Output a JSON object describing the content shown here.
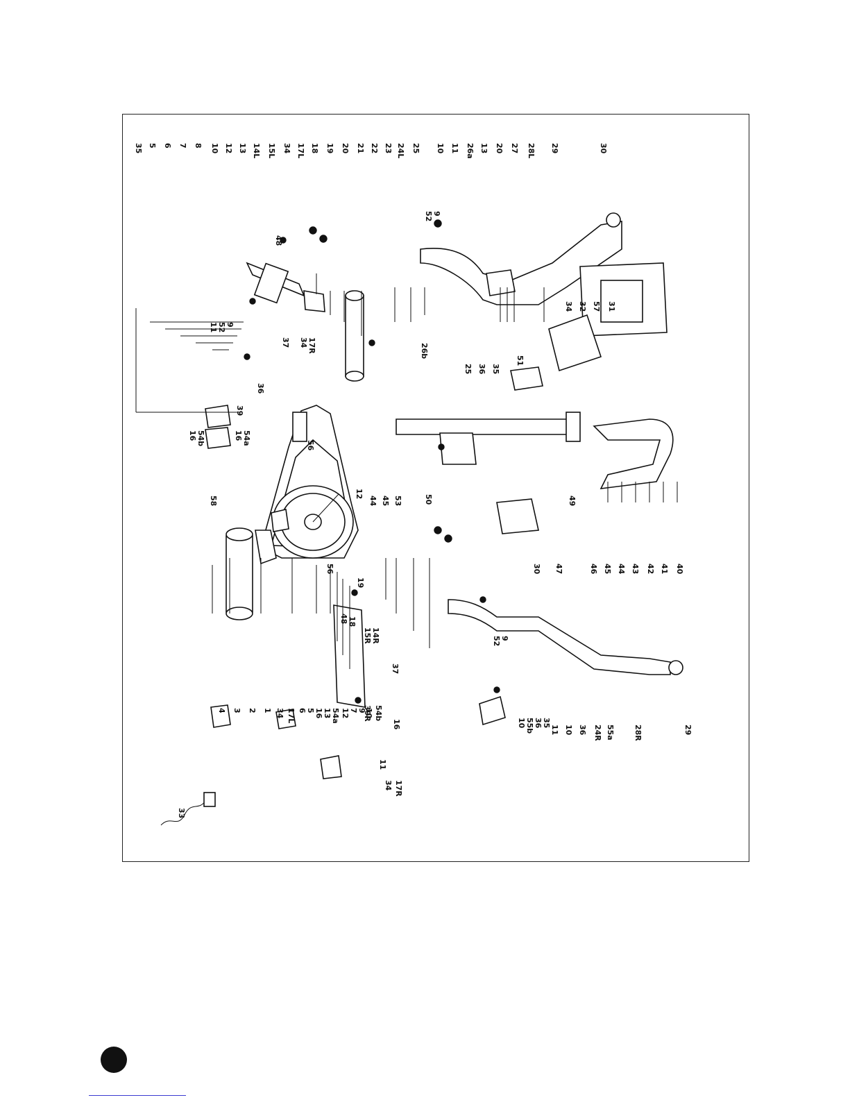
{
  "diagram": {
    "orientation": "rotated-90-clockwise",
    "part_labels_left_column": [
      "35",
      "5",
      "6",
      "7",
      "8",
      "10",
      "12",
      "13",
      "14L",
      "15L",
      "34",
      "17L",
      "18",
      "19",
      "20",
      "21",
      "22",
      "23",
      "24L",
      "25",
      "10",
      "11",
      "26a",
      "13",
      "20",
      "27",
      "28L",
      "29",
      "30"
    ],
    "part_labels_right_column": [
      "4",
      "3",
      "2",
      "1",
      "34",
      "17L",
      "6",
      "5",
      "16",
      "13",
      "54a",
      "12",
      "7",
      "9",
      "10",
      "11",
      "34",
      "17R",
      "33"
    ],
    "part_labels_middle": [
      "48",
      "52",
      "9",
      "11",
      "52",
      "9",
      "37",
      "34",
      "17R",
      "36",
      "39",
      "16",
      "54b",
      "16",
      "54a",
      "51",
      "34",
      "32",
      "57",
      "31",
      "26b",
      "25",
      "36",
      "35",
      "56",
      "44",
      "45",
      "12",
      "53",
      "50",
      "49",
      "58",
      "56",
      "19",
      "48",
      "18",
      "15R",
      "14R",
      "37",
      "39R",
      "54b",
      "16",
      "52",
      "9",
      "10",
      "55b",
      "36",
      "35",
      "11",
      "10",
      "36",
      "24R",
      "55a",
      "28R",
      "29",
      "30",
      "47",
      "46",
      "45",
      "44",
      "43",
      "42",
      "41",
      "40"
    ]
  },
  "page": {
    "marker": ""
  }
}
